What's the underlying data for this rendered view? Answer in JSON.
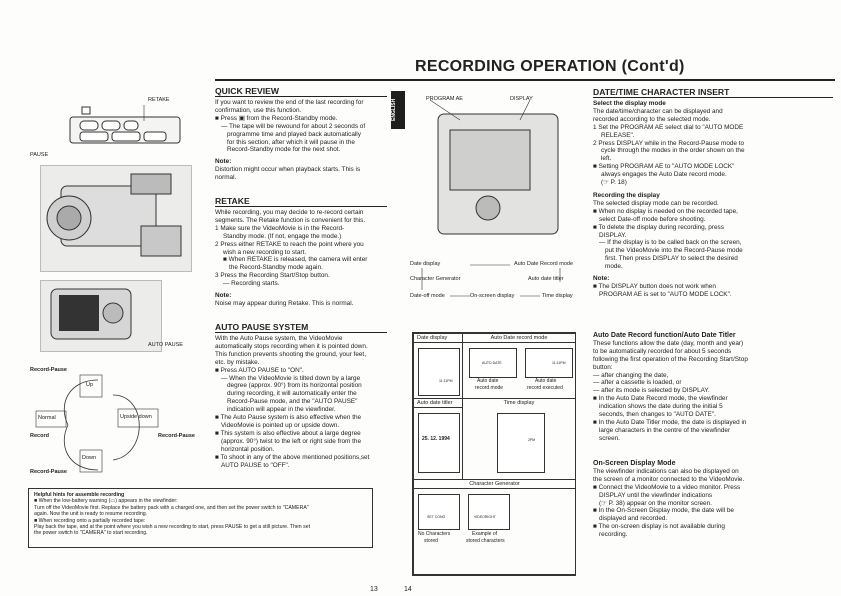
{
  "header": {
    "title": "RECORDING OPERATION (Cont'd)",
    "language_tab": "ENGLISH"
  },
  "left_illustration": {
    "retake_label": "RETAKE",
    "pause_label": "PAUSE",
    "auto_pause_label": "AUTO PAUSE",
    "modes": {
      "record_pause_top": "Record-Pause",
      "up": "Up",
      "normal": "Normal",
      "upside_down": "Upside down",
      "record": "Record",
      "record_pause_right": "Record-Pause",
      "down": "Down",
      "record_pause_bottom": "Record-Pause"
    }
  },
  "hints": {
    "title": "Helpful hints for assemble recording",
    "lines": [
      "■ When the low-battery warning (▭) appears in the viewfinder:",
      "Turn off the VideoMovie first. Replace the battery pack with a charged one, and then set the power switch to \"CAMERA\"",
      "again. Now the unit is ready to resume recording.",
      "■ When recording onto a partially recorded tape:",
      "Play back the tape, and at the point where you wish a new recording to start, press PAUSE to get a still picture. Then set",
      "the power switch to \"CAMERA\" to start recording."
    ]
  },
  "quick_review": {
    "heading": "QUICK REVIEW",
    "lines": [
      "If you want to review the end of the last recording for",
      "confirmation, use this function.",
      "■ Press ▣ from the Record-Standby mode.",
      "— The tape will be rewound for about 2 seconds of",
      "programme time and played back automatically",
      "for this section, after which it will pause in the",
      "Record-Standby mode for the next shot."
    ],
    "note_label": "Note:",
    "note_lines": [
      "Distortion might occur when playback starts. This is",
      "normal."
    ]
  },
  "retake": {
    "heading": "RETAKE",
    "lines": [
      "While recording, you may decide to re-record certain",
      "segments. The Retake function is convenient for this.",
      "1 Make sure the VideoMovie is in the Record-",
      "Standby mode. (If not, engage the mode.)",
      "2 Press either RETAKE to reach the point where you",
      "wish a new recording to start.",
      "■ When RETAKE is released, the camera will enter",
      "the Record-Standby mode again.",
      "3 Press the Recording Start/Stop button.",
      "— Recording starts."
    ],
    "note_label": "Note:",
    "note_lines": [
      "Noise may appear during Retake. This is normal."
    ]
  },
  "auto_pause": {
    "heading": "AUTO PAUSE SYSTEM",
    "lines": [
      "With the Auto Pause system, the VideoMovie",
      "automatically stops recording when it is pointed down.",
      "This function prevents shooting the ground, your feet,",
      "etc. by mistake.",
      "■ Press AUTO PAUSE to \"ON\".",
      "— When the VideoMovie is tilted down by a large",
      "degree (approx. 90°) from its horizontal position",
      "during recording, it will automatically enter the",
      "Record-Pause mode, and the \"AUTO PAUSE\"",
      "indication will appear in the viewfinder.",
      "■ The Auto Pause system is also effective when the",
      "VideoMovie is pointed up or upside down.",
      "■ This system is also effective about a large degree",
      "(approx. 90°) twist to the left or right side from the",
      "horizontal position.",
      "■ To shoot in any of the above mentioned positions,set",
      "AUTO PAUSE to \"OFF\"."
    ]
  },
  "diagram_right": {
    "program_ae": "PROGRAM AE",
    "display": "DISPLAY",
    "date_display": "Date display",
    "auto_date_record_mode": "Auto Date Record mode",
    "character_generator": "Character Generator",
    "auto_date_titler": "Auto date titler",
    "date_off_mode": "Date-off mode",
    "on_screen_display": "On-screen display",
    "time_display": "Time display"
  },
  "grid": {
    "date_display": "Date display",
    "auto_date_record_mode": "Auto Date record mode",
    "auto_date_titler": "Auto date titler",
    "time_display": "Time display",
    "character_generator": "Character Generator",
    "auto_date_a": "Auto date",
    "record_mode_a": "record mode",
    "auto_date_b": "Auto date",
    "record_executed": "record executed",
    "date_sample": "25. 12. 1994",
    "no_characters": "No Characters",
    "stored": "stored",
    "example_of": "Example of",
    "stored_characters": "stored characters",
    "set_cong": "SET CONG",
    "video_right": "VIDEORIGHT",
    "s_11pm": "11:11PM",
    "auto_date_small": "AUTO DATE",
    "time_small": "2PM"
  },
  "date_time": {
    "heading": "DATE/TIME CHARACTER INSERT",
    "sub1": "Select the display mode",
    "lines1": [
      "The date/time/character can be displayed and",
      "recorded according to the selected mode.",
      "1 Set the PROGRAM AE select dial to \"AUTO MODE",
      "RELEASE\".",
      "2 Press DISPLAY while in the Record-Pause mode to",
      "cycle through the modes in the order shown on the",
      "left.",
      "■ Setting PROGRAM AE to \"AUTO MODE LOCK\"",
      "always engages the Auto Date record mode.",
      "(☞ P. 18)"
    ],
    "sub2": "Recording the display",
    "lines2": [
      "The selected display mode can be recorded.",
      "■ When no display is needed on the recorded tape,",
      "select Date-off mode before shooting.",
      "■ To delete the display during recording, press",
      "DISPLAY.",
      "— If the display is to be called back on the screen,",
      "put the VideoMovie into the Record-Pause mode",
      "first. Then press DISPLAY to select the desired",
      "mode."
    ],
    "note_label": "Note:",
    "note_lines": [
      "■ The DISPLAY button does not work when",
      "PROGRAM AE is set to \"AUTO MODE LOCK\"."
    ]
  },
  "auto_date_record": {
    "heading": "Auto Date Record function/Auto Date Titler",
    "lines": [
      "These functions allow the date (day, month and year)",
      "to be automatically recorded for about 5 seconds",
      "following the first operation of the Recording Start/Stop",
      "button:",
      "— after changing the date,",
      "— after a cassette is loaded, or",
      "— after its mode is selected by DISPLAY.",
      "■ In the Auto Date Record mode, the viewfinder",
      "indication shows the date during the initial 5",
      "seconds, then changes to \"AUTO DATE\".",
      "■ In the Auto Date Titler mode, the date is displayed in",
      "large characters in the centre of the viewfinder",
      "screen."
    ]
  },
  "on_screen": {
    "heading": "On-Screen Display Mode",
    "lines": [
      "The viewfinder indications can also be displayed on",
      "the screen of a monitor connected to the VideoMovie.",
      "■ Connect the VideoMovie to a video monitor. Press",
      "DISPLAY until the viewfinder indications",
      "(☞ P. 38) appear on the monitor screen.",
      "■ In the On-Screen Display mode, the date will be",
      "displayed and recorded.",
      "■ The on-screen display is not available during",
      "recording."
    ]
  },
  "page_numbers": {
    "left": "13",
    "right": "14"
  }
}
